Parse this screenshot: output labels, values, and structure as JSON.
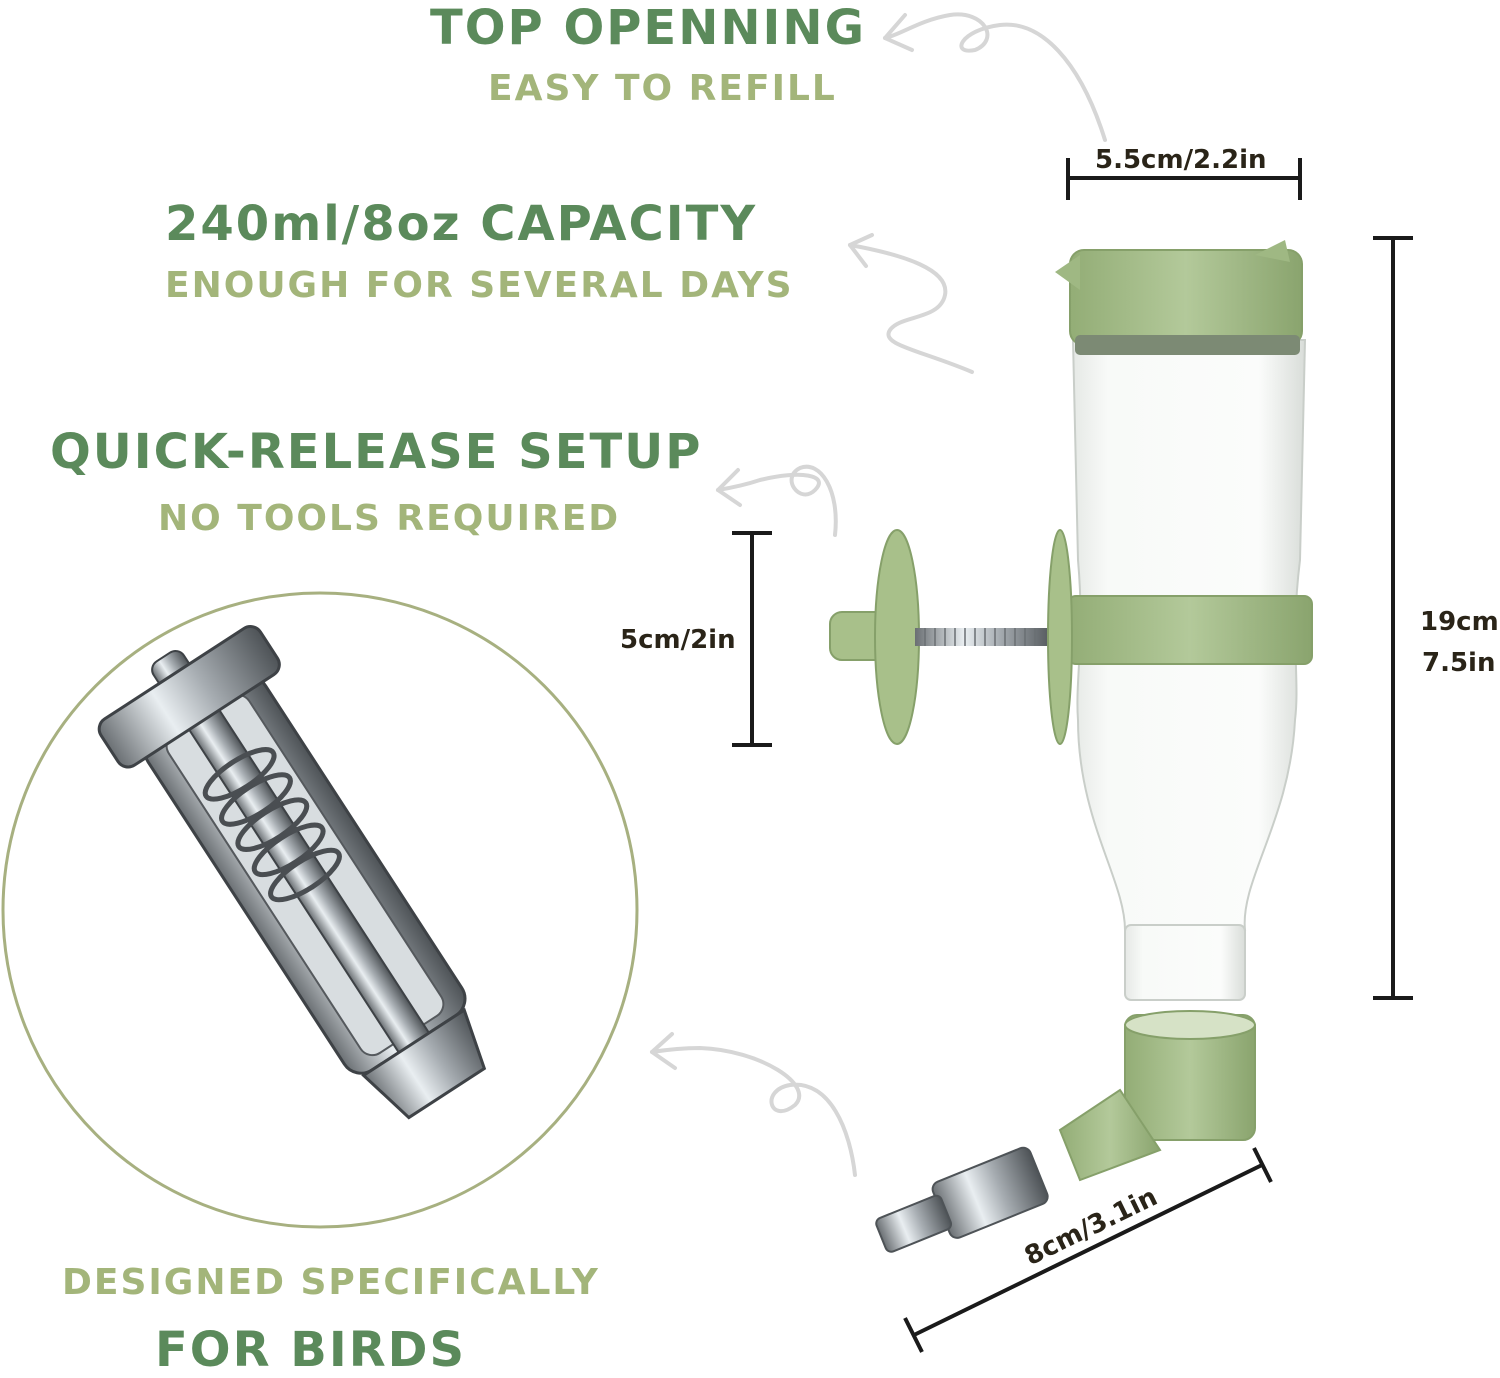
{
  "features": [
    {
      "title": "TOP OPENNING",
      "subtitle": "EASY TO REFILL"
    },
    {
      "title": "240ml/8oz CAPACITY",
      "subtitle": "ENOUGH FOR SEVERAL DAYS"
    },
    {
      "title": "QUICK-RELEASE SETUP",
      "subtitle": "NO TOOLS REQUIRED"
    }
  ],
  "dimensions": {
    "top_width": "5.5cm/2.2in",
    "mount_height": "5cm/2in",
    "height_cm": "19cm",
    "height_in": "7.5in",
    "spout_length": "8cm/3.1in"
  },
  "footer": {
    "line1": "DESIGNED SPECIFICALLY",
    "line2": "FOR BIRDS"
  },
  "colors": {
    "title_green": "#5b8a5b",
    "subtitle_green": "#a3b57a",
    "product_green": "#a8c08a",
    "circle_outline": "#a7b080"
  }
}
